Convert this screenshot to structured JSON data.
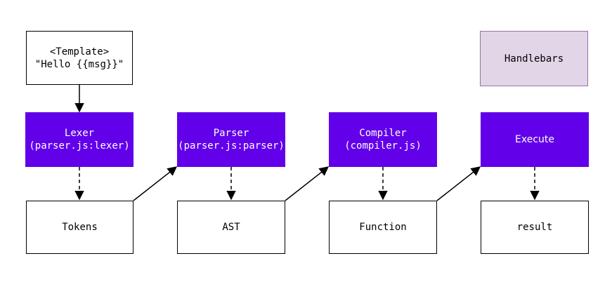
{
  "template": {
    "line1": "<Template>",
    "line2": "\"Hello {{msg}}\""
  },
  "legend": {
    "label": "Handlebars"
  },
  "stages": {
    "lexer": {
      "title": "Lexer",
      "subtitle": "(parser.js:lexer)"
    },
    "parser": {
      "title": "Parser",
      "subtitle": "(parser.js:parser)"
    },
    "compiler": {
      "title": "Compiler",
      "subtitle": "(compiler.js)"
    },
    "execute": {
      "title": "Execute"
    }
  },
  "outputs": {
    "tokens": "Tokens",
    "ast": "AST",
    "function": "Function",
    "result": "result"
  },
  "colors": {
    "stage_fill": "#6200ea",
    "legend_fill": "#e1d5e7",
    "legend_border": "#9673a6",
    "line": "#000000"
  }
}
